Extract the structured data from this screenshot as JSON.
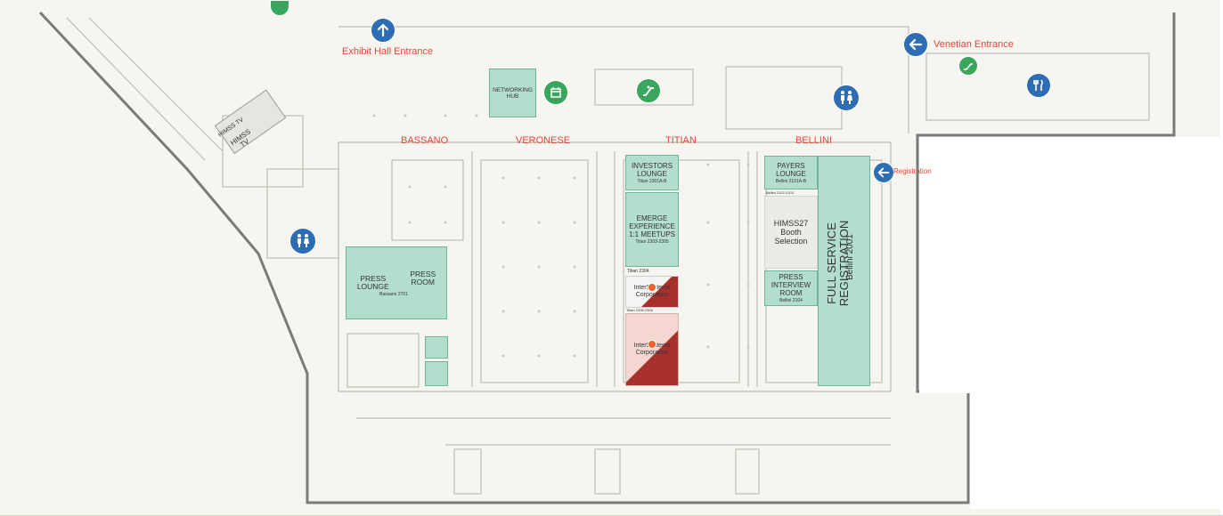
{
  "colors": {
    "floor": "#f6f5ef",
    "wall": "#7a7a7a",
    "room_fill": "#b3ddcd",
    "label_red": "#e8453c",
    "icon_blue": "#2e6db4",
    "icon_green": "#3aa65d",
    "sponsor_red": "#a8302c"
  },
  "entrances": {
    "exhibit_hall": "Exhibit Hall Entrance",
    "venetian": "Venetian Entrance",
    "registration": "Registration"
  },
  "halls": {
    "bassano": "BASSANO",
    "veronese": "VERONESE",
    "titian": "TITIAN",
    "bellini": "BELLINI"
  },
  "rooms": {
    "networking_hub": {
      "line1": "NETWORKING",
      "line2": "HUB"
    },
    "himss_tv": {
      "line1": "HIMSS TV",
      "line2": "HIMSS",
      "line3": "TV"
    },
    "press_lounge": {
      "line1": "PRESS",
      "line2": "LOUNGE"
    },
    "press_room": {
      "line1": "PRESS",
      "line2": "ROOM"
    },
    "bassano_code": "Bassano 2701",
    "investors_lounge": {
      "line1": "INVESTORS",
      "line2": "LOUNGE",
      "code": "Titian 2301A-B"
    },
    "emerge": {
      "line1": "EMERGE",
      "line2": "EXPERIENCE",
      "line3": "1:1 MEETUPS",
      "code": "Titian 2303-2305"
    },
    "titian_2304": "Titian 2304",
    "titian_2305": "Titian 2305-2306",
    "intersystems_1": {
      "line1": "InterSystems",
      "line2": "Corporation"
    },
    "intersystems_2": {
      "line1": "InterSystems",
      "line2": "Corporation"
    },
    "payers_lounge": {
      "line1": "PAYERS",
      "line2": "LOUNGE",
      "code": "Bellini 2101A-B"
    },
    "bellini_2102": "Bellini 2102-2103",
    "booth_selection": {
      "line1": "HIMSS27",
      "line2": "Booth",
      "line3": "Selection"
    },
    "press_interview": {
      "line1": "PRESS",
      "line2": "INTERVIEW",
      "line3": "ROOM",
      "code": "Bellini 2104"
    },
    "full_service": {
      "line1": "FULL SERVICE",
      "line2": "REGISTRATION",
      "code": "Bellini 2001"
    }
  },
  "icons": [
    "up-arrow-icon",
    "left-arrow-icon",
    "escalator-icon",
    "restroom-icon",
    "dining-icon",
    "registration-icon"
  ]
}
